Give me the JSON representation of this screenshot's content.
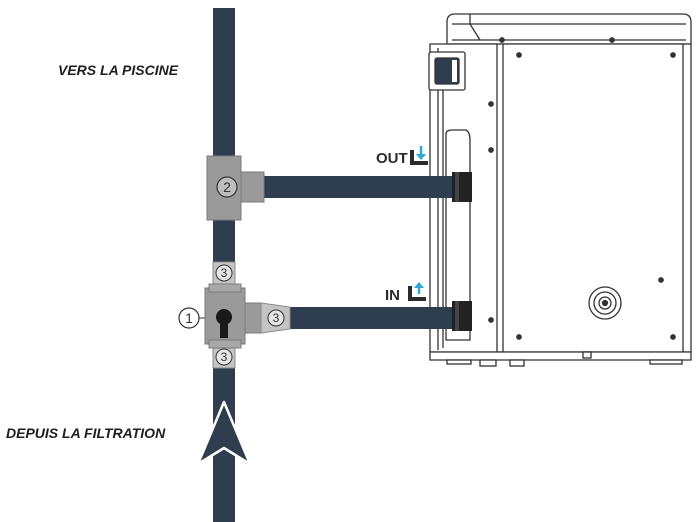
{
  "labels": {
    "to_pool": "VERS LA PISCINE",
    "from_filtration": "DEPUIS LA FILTRATION",
    "out_port": "OUT",
    "in_port": "IN"
  },
  "markers": {
    "valve": "1",
    "tee_fitting": "2",
    "union_top": "3",
    "union_bottom": "3",
    "union_side": "3"
  },
  "colors": {
    "pipe": "#2e3e4f",
    "fitting": "#9a9a9a",
    "arrow_accent": "#2aa6dc",
    "outline": "#333333"
  },
  "icons": {
    "out_port_icon": "outlet-arrow-icon",
    "in_port_icon": "inlet-arrow-icon",
    "flow_arrow": "up-arrow-icon",
    "valve_handle": "valve-handle-icon",
    "drain_plug": "drain-plug-icon"
  }
}
